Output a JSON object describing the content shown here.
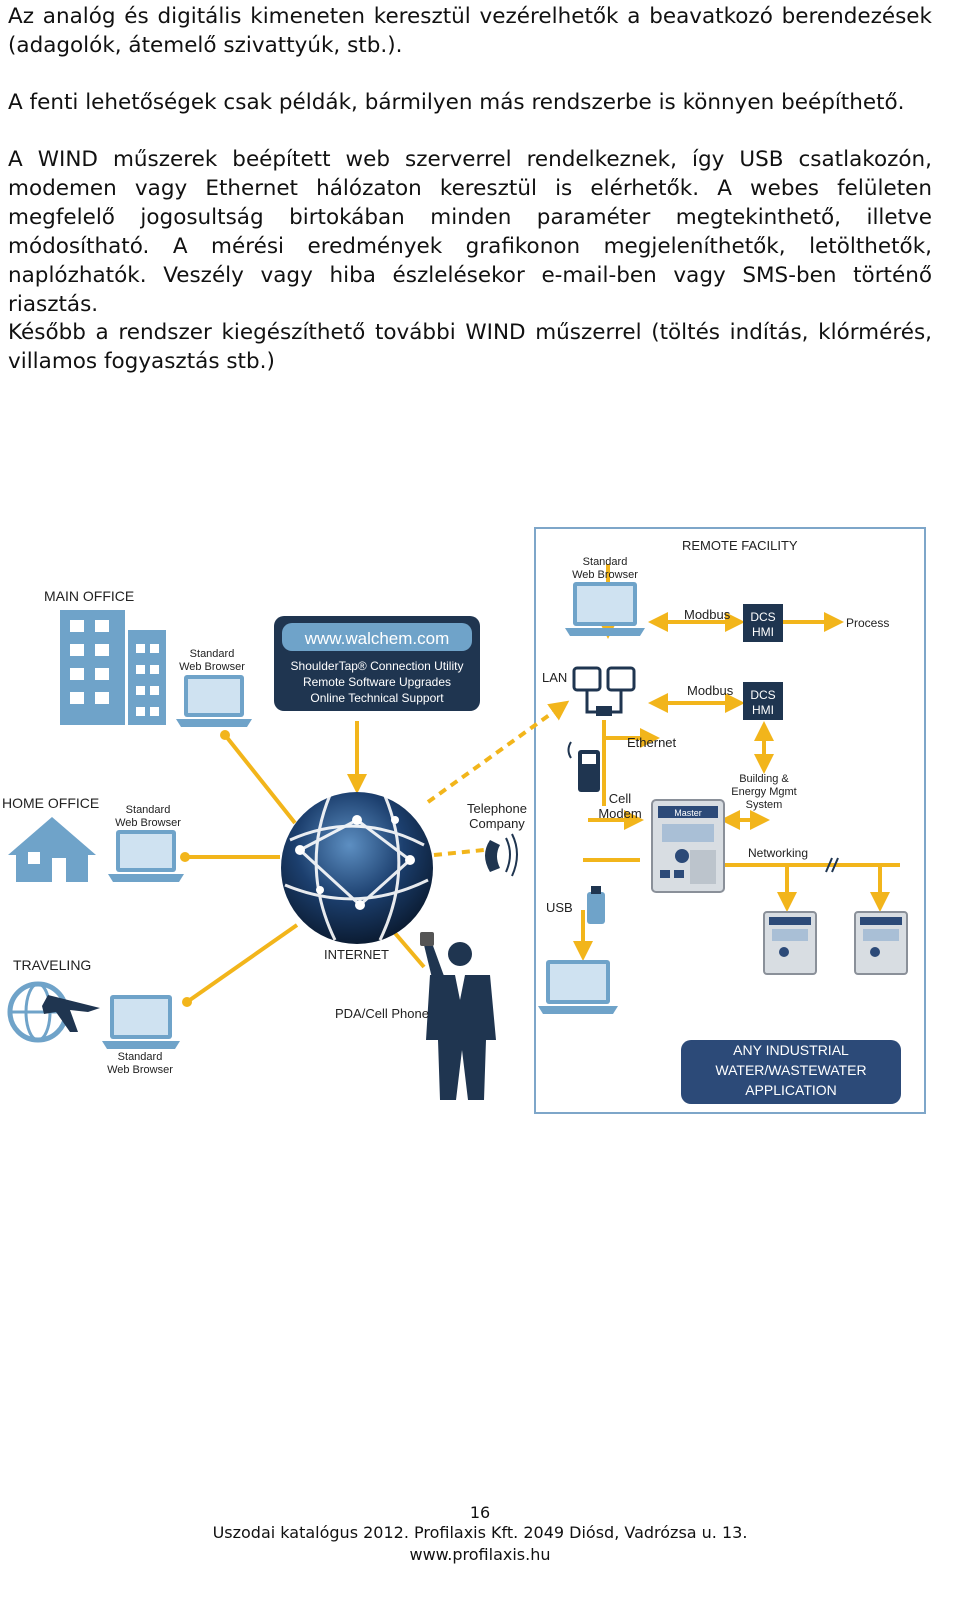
{
  "paragraphs": [
    "Az analóg és digitális kimeneten keresztül vezérelhetők a beavatkozó berendezések (adagolók, átemelő szivattyúk, stb.).",
    "A fenti lehetőségek csak példák, bármilyen más rendszerbe is könnyen beépíthető.",
    "A WIND műszerek beépített web szerverrel rendelkeznek, így USB csatlakozón, modemen vagy Ethernet hálózaton keresztül is elérhetők. A webes felületen megfelelő jogosultság birtokában minden paraméter megtekinthető, illetve módosítható. A mérési eredmények grafikonon megjeleníthetők, letölthetők, naplózhatók. Veszély vagy hiba észlelésekor e-mail-ben vagy SMS-ben történő riasztás.",
    "Később a rendszer kiegészíthető további WIND műszerrel (töltés indítás, klórmérés, villamos fogyasztás stb.)"
  ],
  "diagram": {
    "main_office": "MAIN OFFICE",
    "home_office": "HOME OFFICE",
    "traveling": "TRAVELING",
    "internet": "INTERNET",
    "pda": "PDA/Cell Phone",
    "standard": "Standard",
    "web_browser": "Web Browser",
    "walchem_url": "www.walchem.com",
    "walchem_lines": [
      "ShoulderTap® Connection Utility",
      "Remote Software Upgrades",
      "Online Technical Support"
    ],
    "telephone": "Telephone",
    "company": "Company",
    "remote_facility": "REMOTE FACILITY",
    "lan": "LAN",
    "ethernet": "Ethernet",
    "cell": "Cell",
    "modem": "Modem",
    "usb": "USB",
    "modbus": "Modbus",
    "dcs": "DCS",
    "hmi": "HMI",
    "process": "Process",
    "building_lines": [
      "Building &",
      "Energy Mgmt",
      "System"
    ],
    "networking": "Networking",
    "industrial_lines": [
      "ANY INDUSTRIAL",
      "WATER/WASTEWATER",
      "APPLICATION"
    ],
    "controller_brand": "Master",
    "colors": {
      "blue_icon": "#6fa3c9",
      "dark_navy": "#1f3550",
      "arrow": "#f2b51b",
      "frame": "#7ea6c9"
    }
  },
  "footer": {
    "page_number": "16",
    "line1": "Uszodai katalógus 2012. Profilaxis Kft. 2049 Diósd, Vadrózsa u. 13.",
    "line2": "www.profilaxis.hu"
  }
}
